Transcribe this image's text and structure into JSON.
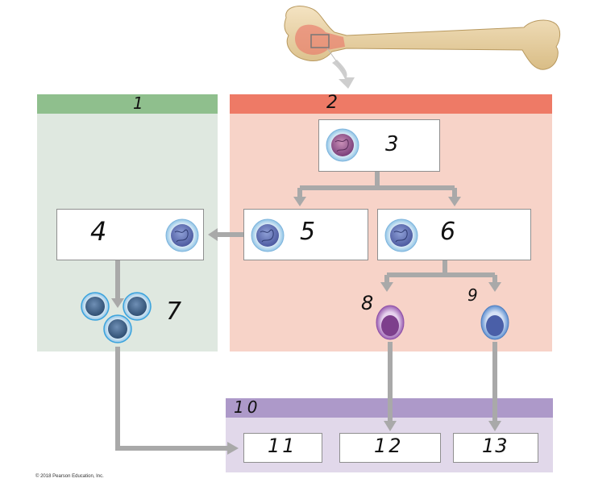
{
  "labels": {
    "green_header": "1",
    "red_header": "2",
    "cell_3": "3",
    "cell_4": "4",
    "cell_5": "5",
    "cell_6": "6",
    "cell_7": "7",
    "cell_8": "8",
    "cell_9": "9",
    "purple_header": "10",
    "box_11": "11",
    "box_12": "12",
    "box_13": "13"
  },
  "copyright": "© 2018 Pearson Education, Inc.",
  "colors": {
    "green_panel": "#dfe8e0",
    "green_bar": "#8fbf8d",
    "red_panel": "#f7d3c8",
    "red_bar": "#ee7a66",
    "purple_panel": "#e1d8ea",
    "purple_bar": "#ad99c9",
    "arrow": "#a9a9a9"
  }
}
